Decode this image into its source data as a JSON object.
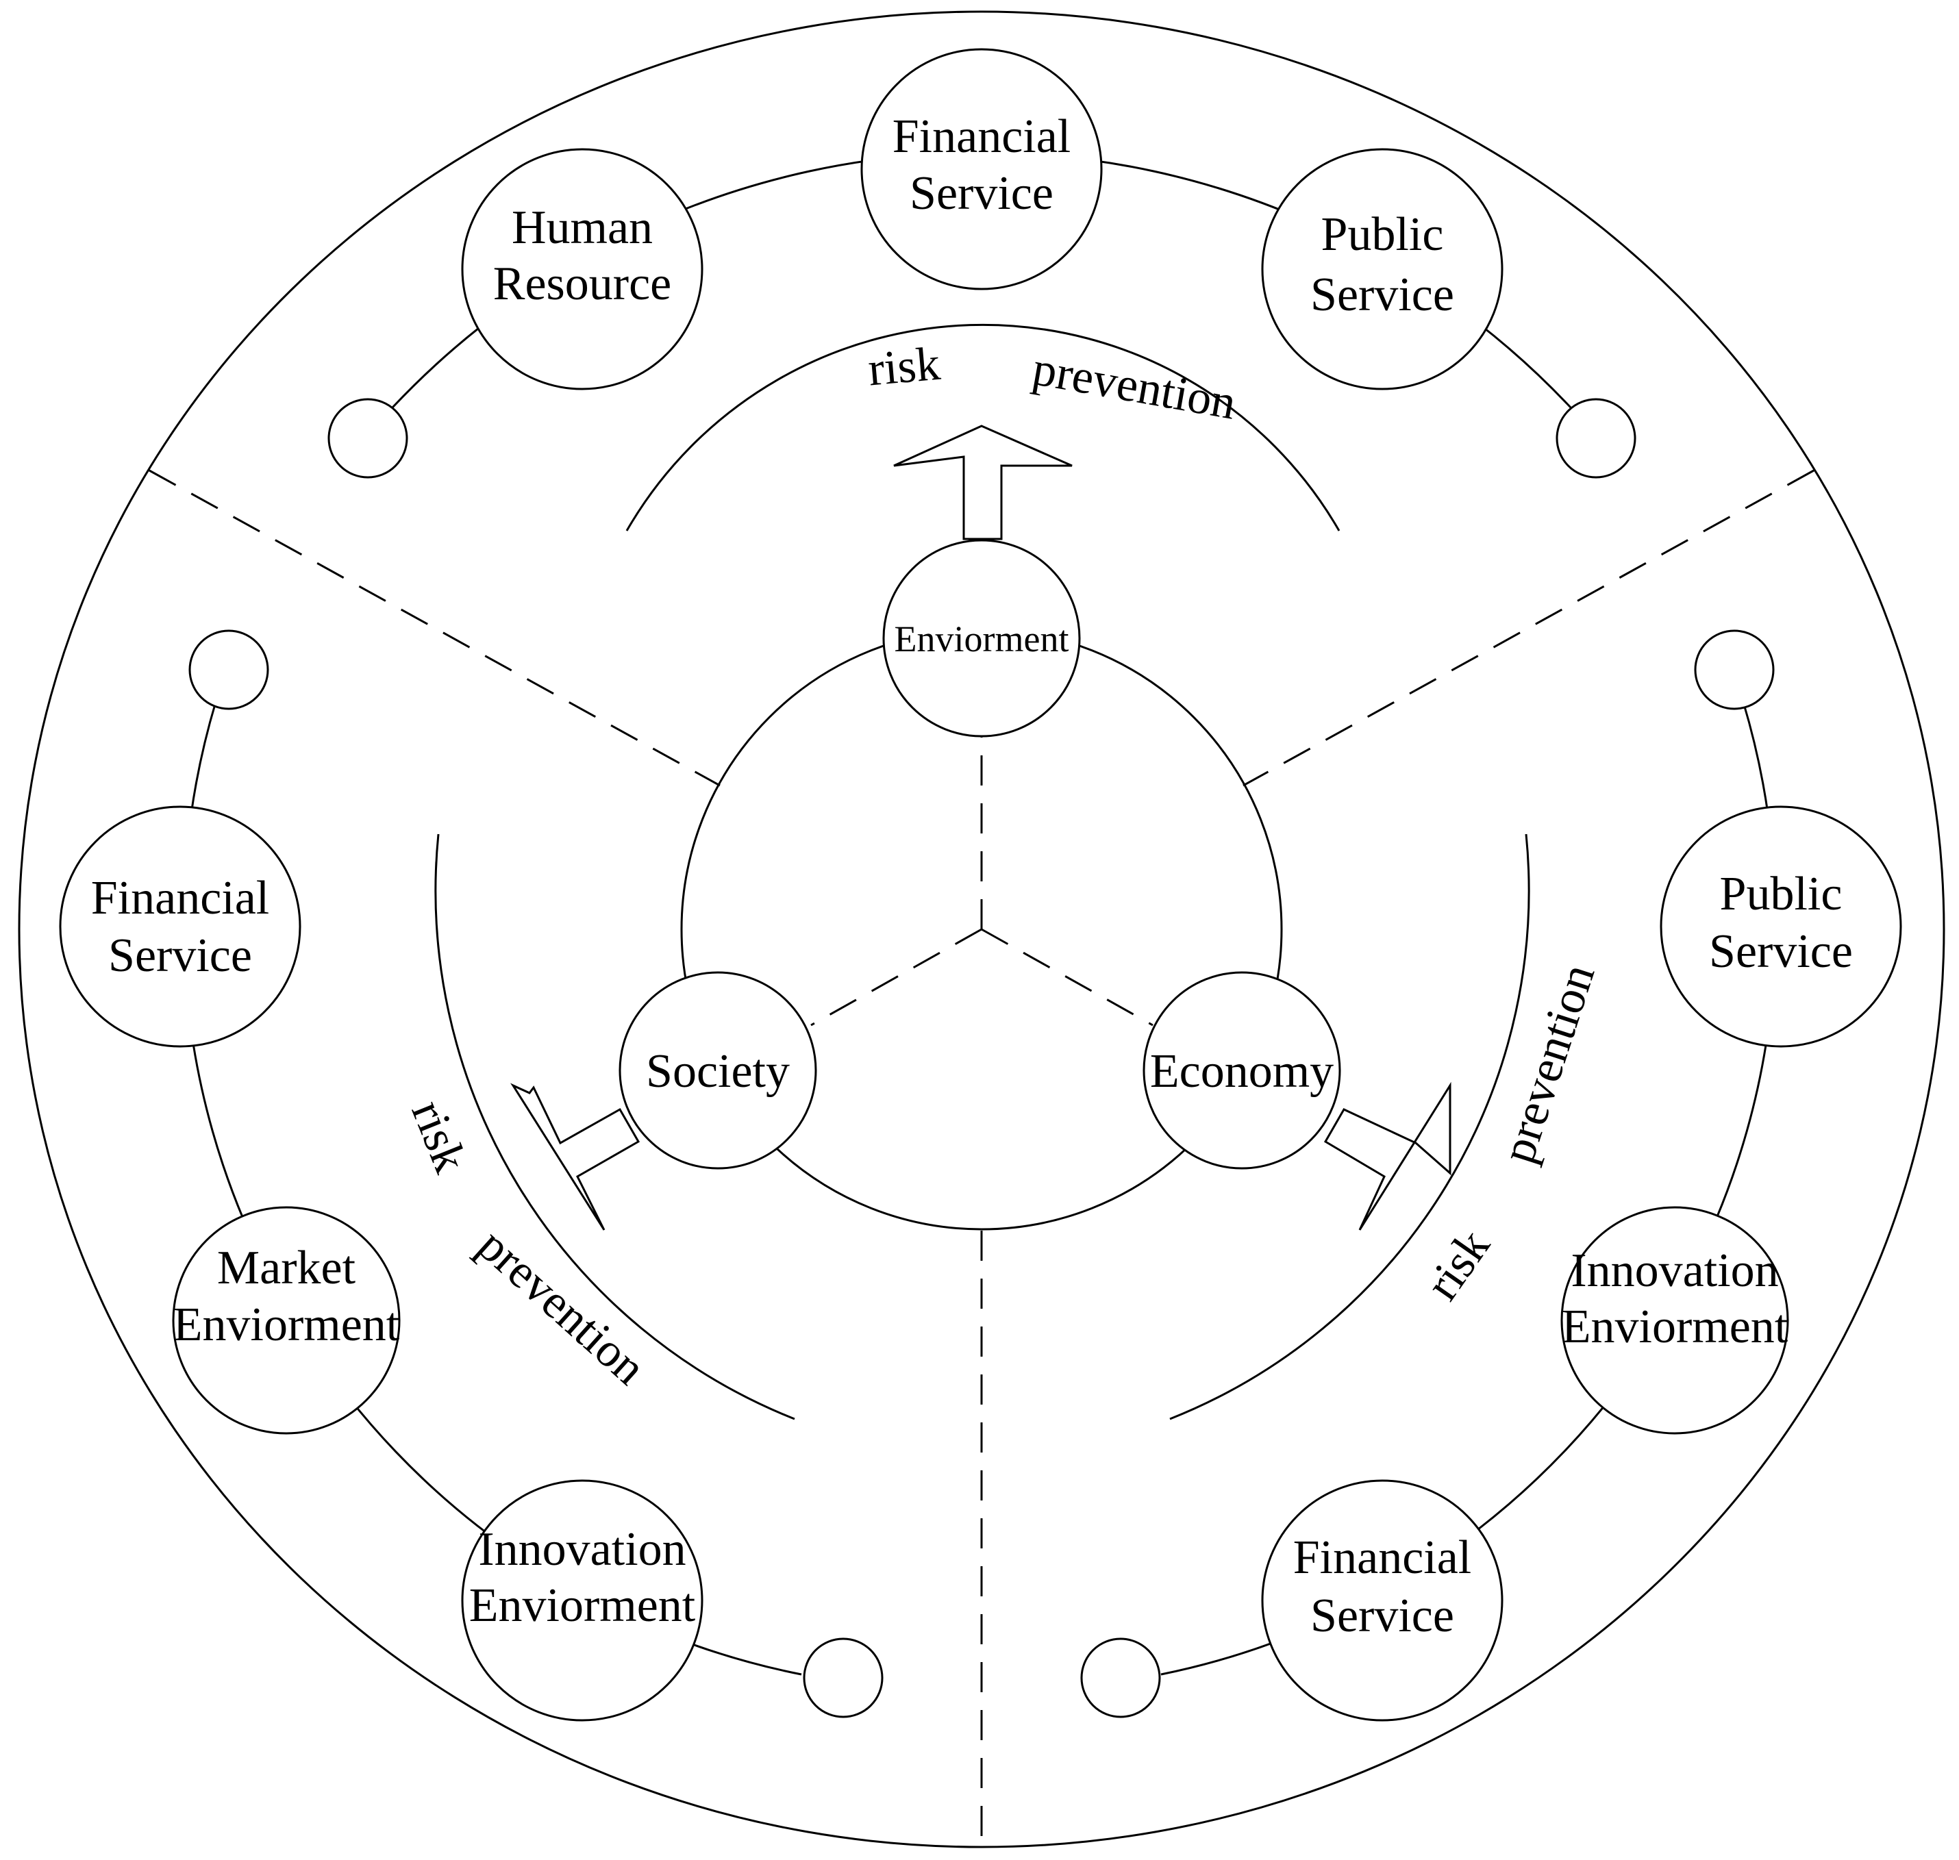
{
  "core": {
    "environment": "Enviorment",
    "society": "Society",
    "economy": "Economy"
  },
  "arcs": {
    "top": {
      "risk": "risk",
      "prevention": "prevention"
    },
    "left": {
      "risk": "risk",
      "prevention": "prevention"
    },
    "right": {
      "risk": "risk",
      "prevention": "prevention"
    }
  },
  "outer": {
    "top": [
      {
        "line1": "Human",
        "line2": "Resource"
      },
      {
        "line1": "Financial",
        "line2": "Service"
      },
      {
        "line1": "Public",
        "line2": "Service"
      }
    ],
    "left": [
      {
        "line1": "Financial",
        "line2": "Service"
      },
      {
        "line1": "Market",
        "line2": "Enviorment"
      },
      {
        "line1": "Innovation",
        "line2": "Enviorment"
      }
    ],
    "right": [
      {
        "line1": "Public",
        "line2": "Service"
      },
      {
        "line1": "Innovation",
        "line2": "Enviorment"
      },
      {
        "line1": "Financial",
        "line2": "Service"
      }
    ]
  }
}
